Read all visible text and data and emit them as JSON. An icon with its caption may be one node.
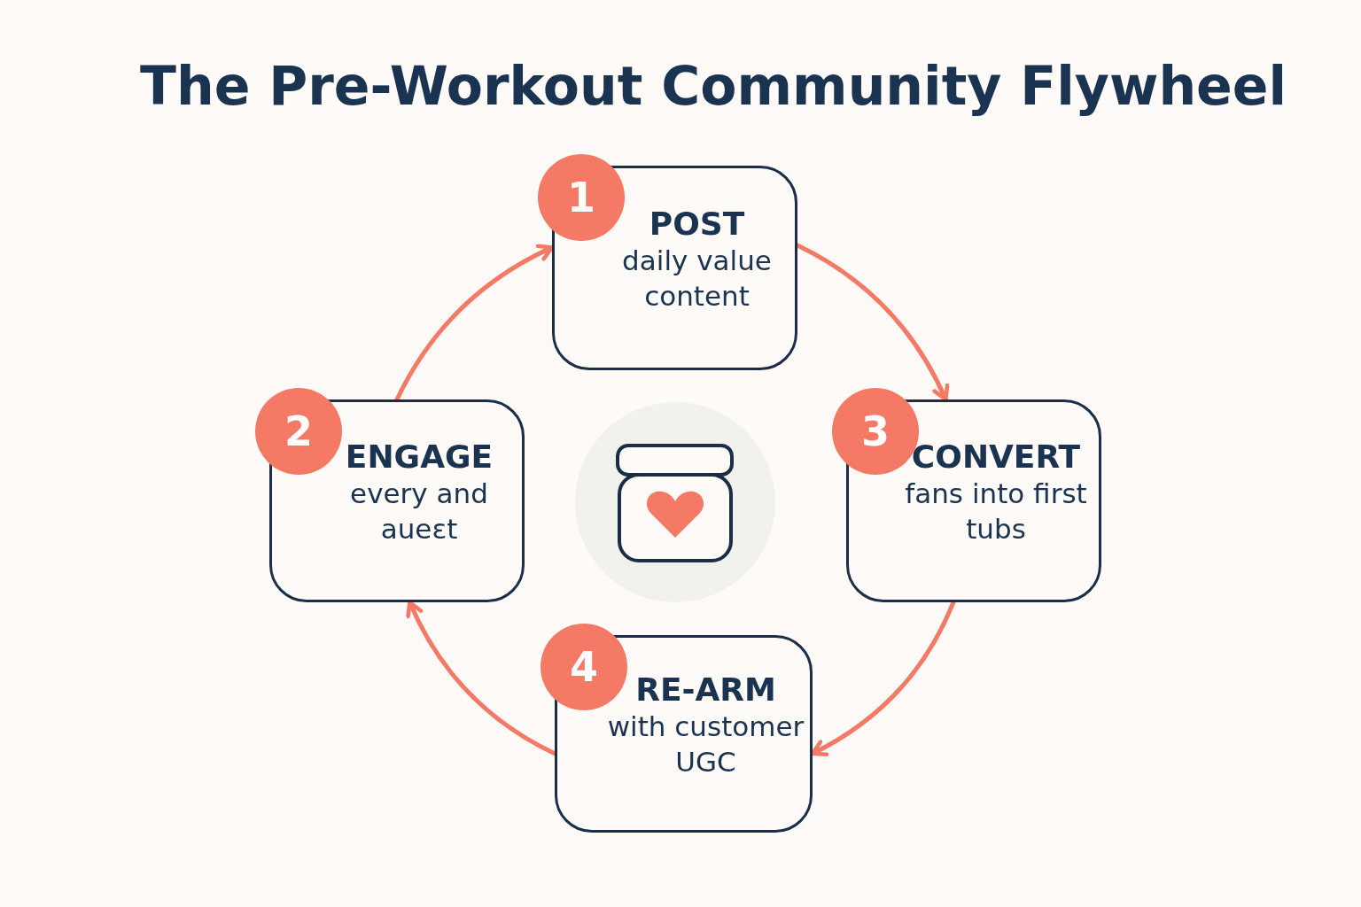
{
  "diagram": {
    "title": "The Pre-Workout Community Flywheel",
    "nodes": [
      {
        "text": [
          "1",
          "POST",
          "daily value content"
        ]
      },
      {
        "text": [
          "2",
          "ENGAGE",
          "every and aueεt"
        ]
      },
      {
        "text": [
          "3",
          "CONVERT",
          "fans into first tubs"
        ]
      },
      {
        "text": [
          "4",
          "RE-ARM",
          "with customer UGC"
        ]
      }
    ],
    "edges": [
      {
        "from": 0,
        "to": 2,
        "arrow": "to"
      },
      {
        "from": 2,
        "to": 3,
        "arrow": "to"
      },
      {
        "from": 3,
        "to": 1,
        "arrow": "to"
      },
      {
        "from": 1,
        "to": 0,
        "arrow": "to"
      }
    ]
  }
}
